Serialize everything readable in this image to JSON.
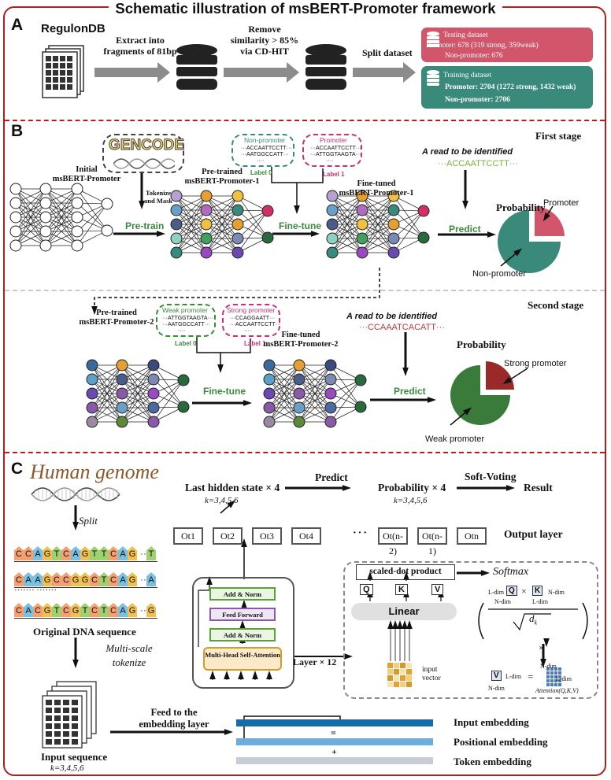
{
  "title": "Schematic illustration of msBERT-Promoter framework",
  "sections": {
    "a": "A",
    "b": "B",
    "c": "C"
  },
  "colors": {
    "accent_red": "#b01e1e",
    "testing": "#d2566b",
    "training": "#3a8a7b",
    "arrow_grey": "#8c8c8c",
    "pretrain_green": "#3a8a3c"
  },
  "panel_a": {
    "source": "RegulonDB",
    "step1": [
      "Extract into",
      "fragments of 81bp"
    ],
    "step2": [
      "Remove",
      "similarity > 85%",
      "via CD-HIT"
    ],
    "step3": "Split dataset",
    "testing": {
      "title": "Testing dataset",
      "promoter": "Promoter: 678 (319 strong, 359weak)",
      "non_promoter": "Non-promoter: 676"
    },
    "training": {
      "title": "Training dataset",
      "promoter": "Promoter: 2704 (1272 strong, 1432 weak)",
      "non_promoter": "Non-promoter: 2706"
    },
    "icons": [
      "document-grid-icon",
      "database-icon",
      "database-icon",
      "database-icon"
    ]
  },
  "panel_b": {
    "first_stage": "First stage",
    "second_stage": "Second stage",
    "gencode": "GENCODE",
    "initial_model": [
      "Initial",
      "msBERT-Promoter"
    ],
    "tokenize": [
      "Tokenize",
      "and Mask"
    ],
    "pretrain": "Pre-train",
    "pretrained_1": [
      "Pre-trained",
      "msBERT-Promoter-1"
    ],
    "non_promoter_box": {
      "title": "Non-promoter",
      "seqs": [
        "···ACCAATTCCTT···",
        "···AATGGCCATT···",
        "····"
      ],
      "label": "Label 0"
    },
    "promoter_box": {
      "title": "Promoter",
      "seqs": [
        "···ACCAATTCCTT···",
        "···ATTGGTAAGTA···",
        "····"
      ],
      "label": "Label 1"
    },
    "finetune": "Fine-tune",
    "finetuned_1": [
      "Fine-tuned",
      "msBERT-Promoter-1"
    ],
    "read_title": "A read to be identified",
    "read_seq_1": "···ACCAATTCCTT···",
    "predict": "Predict",
    "probability": "Probability",
    "pie1": {
      "promoter": "Promoter",
      "non_promoter": "Non-promoter"
    },
    "pretrained_2": [
      "Pre-trained",
      "msBERT-Promoter-2"
    ],
    "weak_box": {
      "title": "Weak promoter",
      "seqs": [
        "···ATTGGTAAGTA···",
        "···AATGGCCATT···",
        "····"
      ],
      "label": "Label 0"
    },
    "strong_box": {
      "title": "Strong promoter",
      "seqs": [
        "···CCAGGAATT···",
        "···ACCAATTCCTT···",
        "····"
      ],
      "label": "Label 1"
    },
    "finetuned_2": [
      "Fine-tuned",
      "msBERT-Promoter-2"
    ],
    "read_seq_2": "···CCAAATCACATT···",
    "pie2": {
      "strong": "Strong promoter",
      "weak": "Weak promoter"
    }
  },
  "panel_c": {
    "human_genome": "Human genome",
    "split": "Split",
    "seqs": [
      "CCAGTCAGTTCAG···T",
      "CAAGCCGGCTCAG···A",
      "·······          ·······",
      "CACGTCGTCTCAG···G"
    ],
    "original_dna": "Original DNA sequence",
    "multiscale": [
      "Multi-scale",
      "tokenize"
    ],
    "input_sequence": "Input sequence",
    "k_values": "k=3,4,5,6",
    "feed": [
      "Feed to the",
      "embedding layer"
    ],
    "last_hidden": "Last hidden state × 4",
    "predict": "Predict",
    "probability_x4": "Probability × 4",
    "soft_voting": "Soft-Voting",
    "result": "Result",
    "output_cells": [
      "Ot1",
      "Ot2",
      "Ot3",
      "Ot4",
      "Ot(n-2)",
      "Ot(n-1)",
      "Otn"
    ],
    "output_layer": "Output layer",
    "layers": {
      "add_norm": "Add & Norm",
      "feed_forward": "Feed Forward",
      "mhsa": "Multi-Head Self-Attention"
    },
    "layer_x": "Layer × 12",
    "scaled_dot": "scaled-dot product",
    "softmax": "Softmax",
    "qkv": [
      "Q",
      "K",
      "V"
    ],
    "linear": "Linear",
    "input_vector": [
      "input",
      "vector"
    ],
    "l_dim": "L-dim",
    "n_dim": "N-dim",
    "dk": "d",
    "dk_sub": "k",
    "attention": "Attention(Q,K,V)",
    "equals": "=",
    "times": "×",
    "embeddings": {
      "input": "Input embedding",
      "positional": "Positional embedding",
      "token": "Token embedding",
      "eq": "=",
      "plus": "+"
    }
  }
}
